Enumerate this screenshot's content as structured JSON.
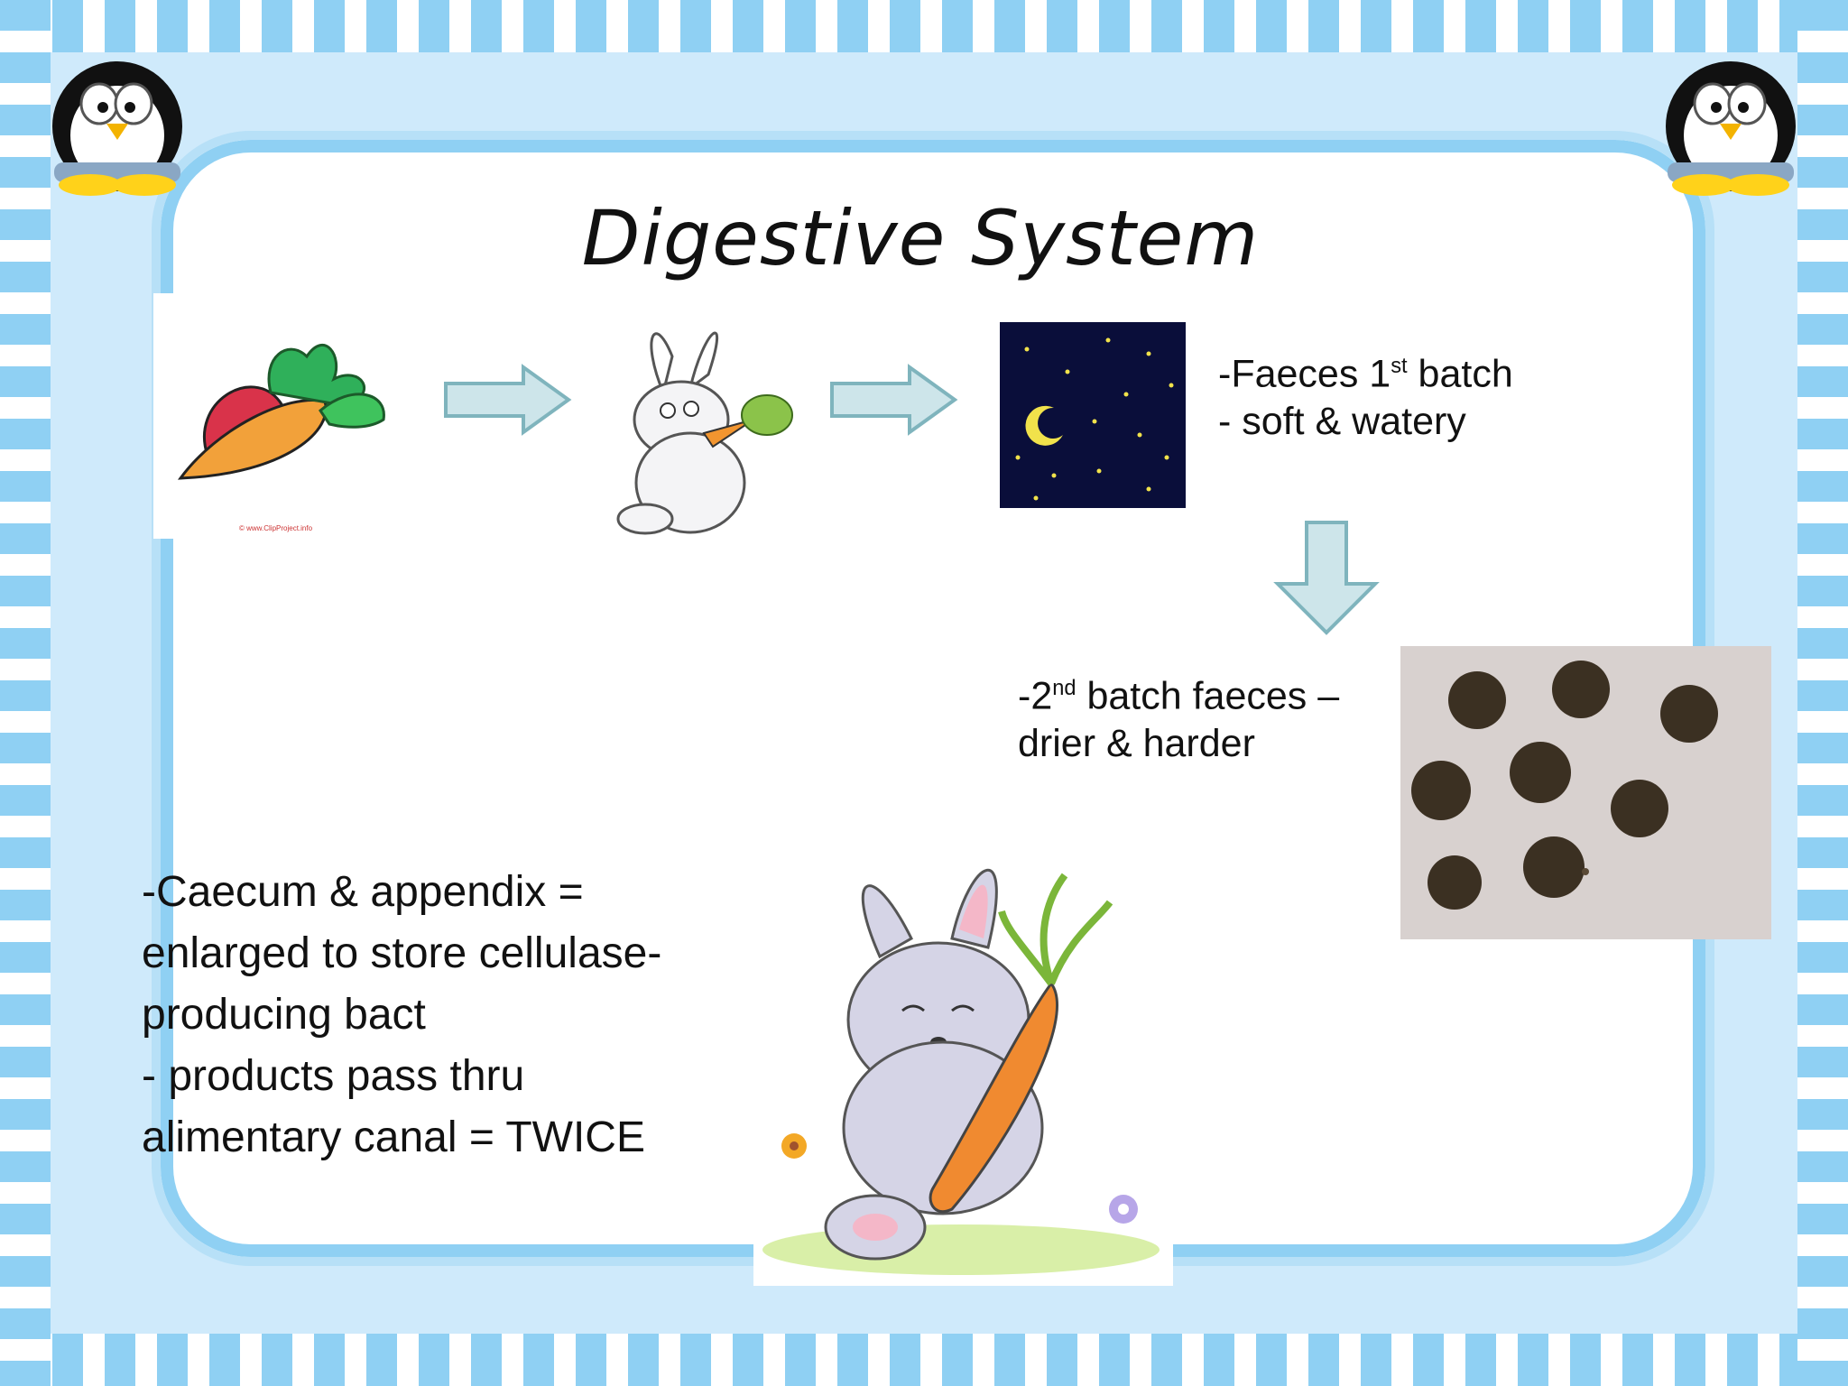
{
  "slide": {
    "title": "Digestive System",
    "top_right_text": {
      "line1_prefix": "-Faeces 1",
      "line1_sup": "st",
      "line1_suffix": " batch",
      "line2": "- soft & watery"
    },
    "mid_text": {
      "line1_prefix": "-2",
      "line1_sup": "nd",
      "line1_suffix": " batch faeces –",
      "line2": "drier & harder"
    },
    "bottom_text": [
      "-Caecum & appendix =",
      "enlarged to store cellulase-",
      "producing bact",
      "- products pass thru",
      "alimentary canal = TWICE"
    ],
    "clipart_credit": "© www.ClipProject.info",
    "icons": [
      "penguin-icon",
      "carrot-icon",
      "rabbit-icon",
      "night-sky-icon",
      "arrow-right-icon",
      "arrow-down-icon",
      "pellets-photo"
    ],
    "colors": {
      "stripe": "#8fd0f3",
      "arrow_fill": "#cde5ea",
      "arrow_stroke": "#7fb4bd",
      "night": "#0a0e3a",
      "star": "#f1e24b"
    }
  }
}
